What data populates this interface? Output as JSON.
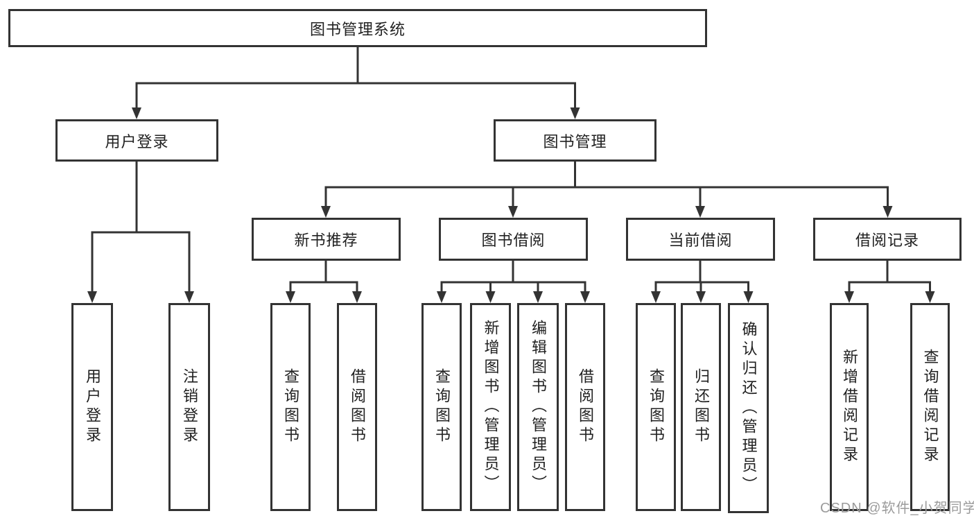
{
  "tree": {
    "root": "图书管理系统",
    "children": [
      {
        "label": "用户登录",
        "children": [
          "用户登录",
          "注销登录"
        ]
      },
      {
        "label": "图书管理",
        "children": [
          {
            "label": "新书推荐",
            "children": [
              "查询图书",
              "借阅图书"
            ]
          },
          {
            "label": "图书借阅",
            "children": [
              "查询图书",
              "新增图书（管理员）",
              "编辑图书（管理员）",
              "借阅图书"
            ]
          },
          {
            "label": "当前借阅",
            "children": [
              "查询图书",
              "归还图书",
              "确认归还（管理员）"
            ]
          },
          {
            "label": "借阅记录",
            "children": [
              "新增借阅记录",
              "查询借阅记录"
            ]
          }
        ]
      }
    ]
  },
  "watermark": {
    "text": "CSDN @软件_小贺同学"
  },
  "colors": {
    "line": "#333333",
    "text": "#212121",
    "background": "#ffffff",
    "watermark": "#9b9b9b"
  }
}
